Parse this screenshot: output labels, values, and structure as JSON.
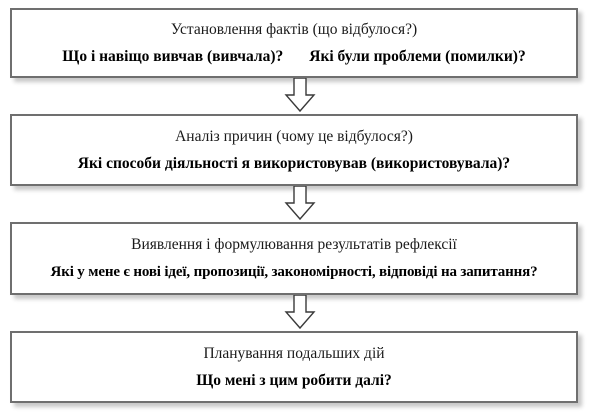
{
  "diagram": {
    "type": "vertical-flowchart",
    "orientation": "top-to-bottom",
    "step_count": 4,
    "connector_count": 3,
    "colors": {
      "box_border": "#6f6f6f",
      "box_fill": "#ffffff",
      "text": "#000000",
      "arrow_stroke": "#3a3a3a",
      "arrow_fill": "#ffffff",
      "background": "#ffffff"
    },
    "steps": [
      {
        "id": "step-1",
        "title": "Установлення фактів (що відбулося?)",
        "question_1": "Що і навіщо вивчав (вивчала)?",
        "question_2": "Які були проблеми (помилки)?"
      },
      {
        "id": "step-2",
        "title": "Аналіз причин (чому це відбулося?)",
        "question_1": "Які способи діяльності я використовував (використовувала)?"
      },
      {
        "id": "step-3",
        "title": "Виявлення і формулювання результатів рефлексії",
        "question_1": "Які у мене є нові ідеї, пропозиції, закономірності, відповіді на запитання?"
      },
      {
        "id": "step-4",
        "title": "Планування подальших дій",
        "question_1": "Що мені з цим робити далі?"
      }
    ],
    "connectors": [
      {
        "id": "connector-1",
        "icon": "down-block-arrow-icon",
        "from": "step-1",
        "to": "step-2"
      },
      {
        "id": "connector-2",
        "icon": "down-block-arrow-icon",
        "from": "step-2",
        "to": "step-3"
      },
      {
        "id": "connector-3",
        "icon": "down-block-arrow-icon",
        "from": "step-3",
        "to": "step-4"
      }
    ]
  }
}
